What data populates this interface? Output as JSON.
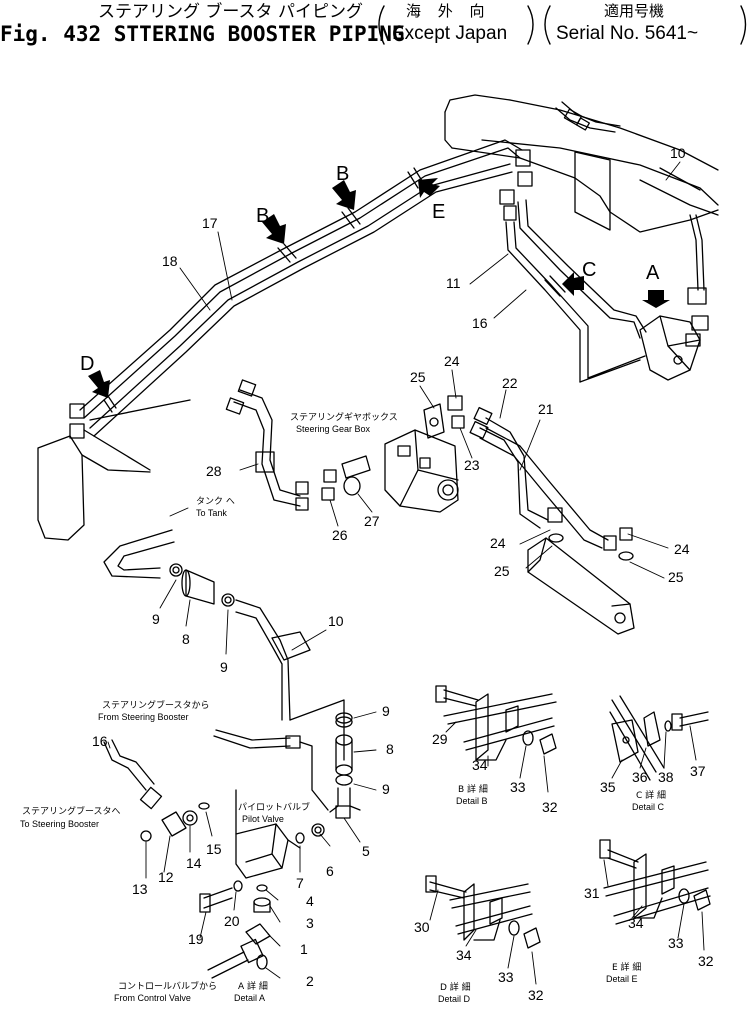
{
  "header": {
    "jp_title": "ステアリング ブースタ パイピング",
    "fig_title": "Fig. 432 STTERING BOOSTER PIPING",
    "jp_region": "海 外 向",
    "region": "Except Japan",
    "jp_serial": "適用号機",
    "serial": "Serial No. 5641~"
  },
  "views": {
    "A": "A",
    "B1": "B",
    "B2": "B",
    "C": "C",
    "D": "D",
    "E": "E"
  },
  "callouts": {
    "n1": "1",
    "n2": "2",
    "n3": "3",
    "n4": "4",
    "n5": "5",
    "n6": "6",
    "n7": "7",
    "n8a": "8",
    "n8b": "8",
    "n9a": "9",
    "n9b": "9",
    "n9c": "9",
    "n9d": "9",
    "n10a": "10",
    "n10b": "10",
    "n11": "11",
    "n12": "12",
    "n13": "13",
    "n14": "14",
    "n15": "15",
    "n16a": "16",
    "n16b": "16",
    "n17": "17",
    "n18": "18",
    "n19": "19",
    "n20": "20",
    "n21": "21",
    "n22": "22",
    "n23": "23",
    "n24a": "24",
    "n24b": "24",
    "n24c": "24",
    "n25a": "25",
    "n25b": "25",
    "n25c": "25",
    "n26": "26",
    "n27": "27",
    "n28": "28",
    "n29": "29",
    "n30": "30",
    "n31": "31",
    "n32a": "32",
    "n32b": "32",
    "n32c": "32",
    "n33a": "33",
    "n33b": "33",
    "n33c": "33",
    "n34a": "34",
    "n34b": "34",
    "n34c": "34",
    "n35": "35",
    "n36": "36",
    "n37": "37",
    "n38": "38"
  },
  "labels": {
    "steering_gear_box_jp": "ステアリングギヤボックス",
    "steering_gear_box": "Steering Gear Box",
    "to_tank_jp": "タンク へ",
    "to_tank": "To Tank",
    "from_booster_jp": "ステアリングブースタから",
    "from_booster": "From Steering Booster",
    "to_booster_jp": "ステアリングブースタへ",
    "to_booster": "To Steering Booster",
    "pilot_valve_jp": "パイロットバルブ",
    "pilot_valve": "Pilot Valve",
    "from_control_jp": "コントロールバルブから",
    "from_control": "From Control Valve",
    "detail_a_jp": "A 詳 細",
    "detail_a": "Detail A",
    "detail_b_jp": "B 詳 細",
    "detail_b": "Detail B",
    "detail_c_jp": "C 詳 細",
    "detail_c": "Detail C",
    "detail_d_jp": "D 詳 細",
    "detail_d": "Detail D",
    "detail_e_jp": "E 詳 細",
    "detail_e": "Detail E"
  }
}
